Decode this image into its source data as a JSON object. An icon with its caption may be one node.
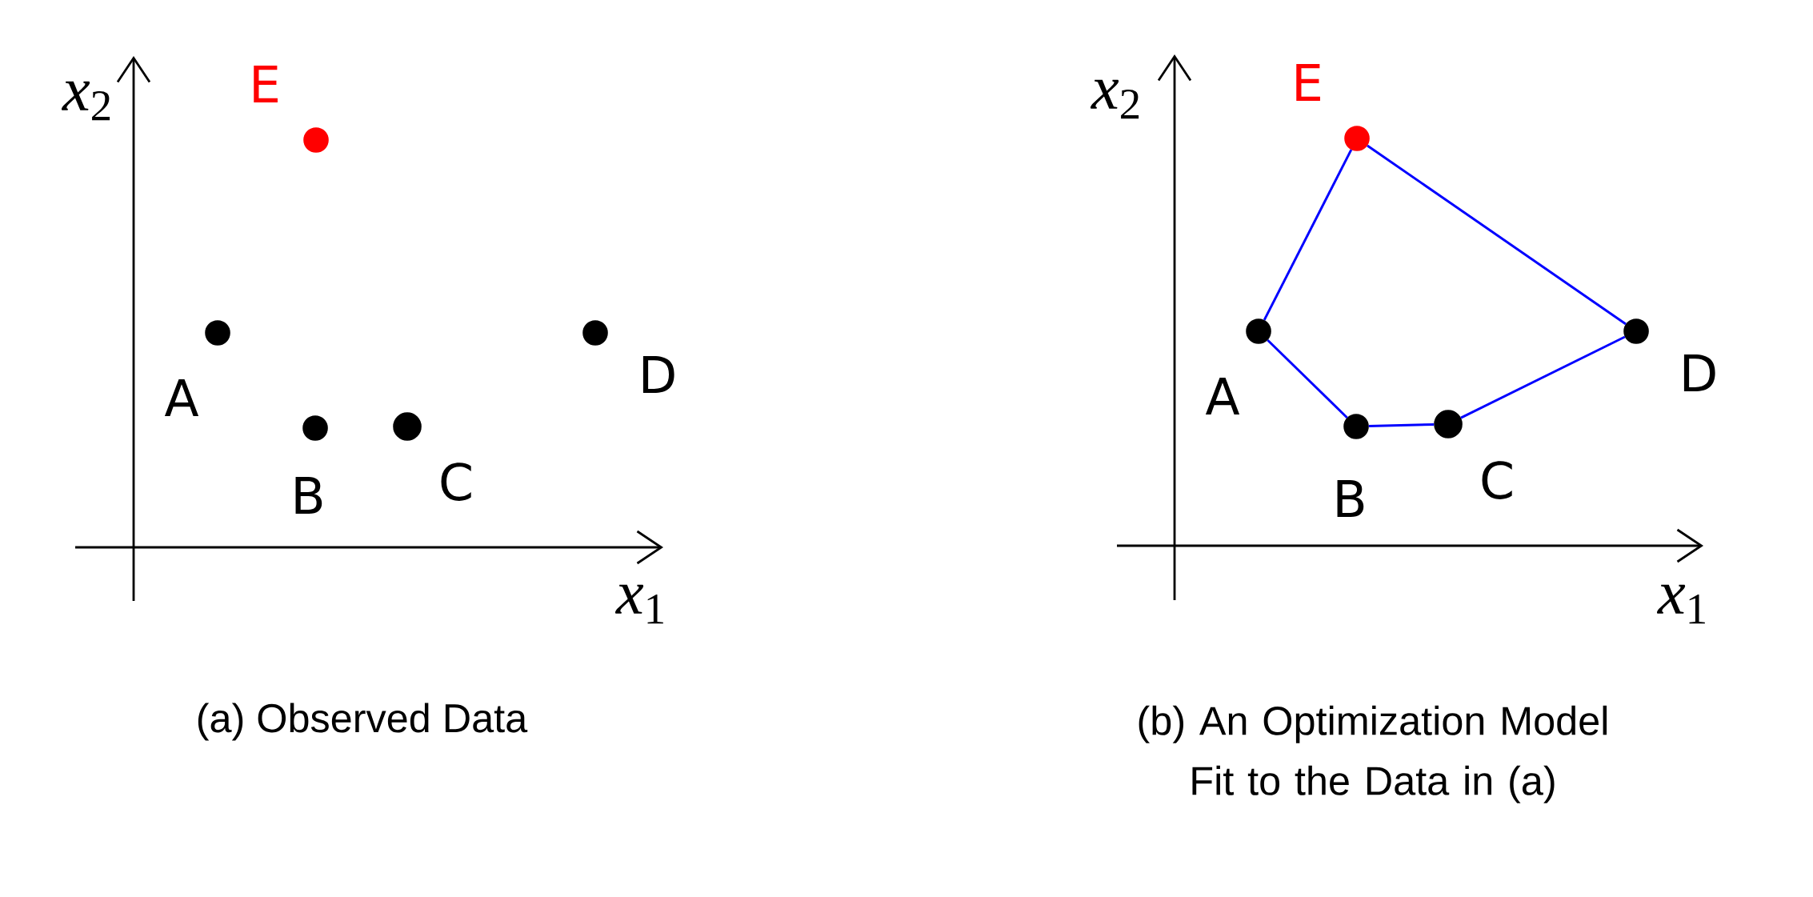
{
  "diagram": {
    "nodes": [
      {
        "text": [],
        "shape": "circle",
        "beside": [
          "A"
        ]
      },
      {
        "text": [],
        "shape": "circle",
        "beside": [
          "B"
        ]
      },
      {
        "text": [],
        "shape": "circle",
        "beside": [
          "C"
        ]
      },
      {
        "text": [],
        "shape": "circle",
        "beside": [
          "D"
        ]
      },
      {
        "text": [],
        "shape": "circle",
        "beside": [
          "E"
        ]
      },
      {
        "text": [],
        "shape": "circle",
        "beside": [
          "A"
        ]
      },
      {
        "text": [],
        "shape": "circle",
        "beside": [
          "B"
        ]
      },
      {
        "text": [],
        "shape": "circle",
        "beside": [
          "C"
        ]
      },
      {
        "text": [],
        "shape": "circle",
        "beside": [
          "D"
        ]
      },
      {
        "text": [],
        "shape": "circle",
        "beside": [
          "E"
        ]
      }
    ],
    "edges": [
      {
        "from": 5,
        "to": 6,
        "arrow": "none",
        "color": "#0000ff"
      },
      {
        "from": 6,
        "to": 7,
        "arrow": "none",
        "color": "#0000ff"
      },
      {
        "from": 7,
        "to": 8,
        "arrow": "none",
        "color": "#0000ff"
      },
      {
        "from": 8,
        "to": 9,
        "arrow": "none",
        "color": "#0000ff"
      },
      {
        "from": 9,
        "to": 5,
        "arrow": "none",
        "color": "#0000ff"
      }
    ],
    "labels": [
      "*x*$_{2}$",
      "*x*$_{1}$",
      "(a) Observed Data",
      "*x*$_{2}$",
      "*x*$_{1}$",
      "(b) An Optimization Model Fit to the Data in (a)"
    ]
  }
}
